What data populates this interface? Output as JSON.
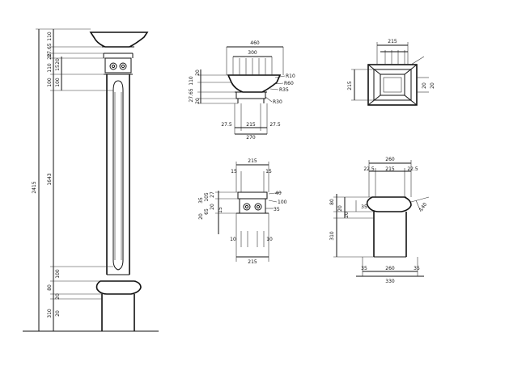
{
  "elevation": {
    "total": "2415",
    "shaft": "1643",
    "top_a": "110",
    "top_b": "27.65",
    "top_c": "20",
    "cap_a": "110",
    "cap_b": "20",
    "cap_c": "15",
    "cap_d": "100",
    "cap_e": "100",
    "bot_a": "100",
    "bot_b": "80",
    "bot_c": "20",
    "base_a": "310",
    "base_b": "20"
  },
  "capital_top": {
    "w_total": "460",
    "w_inner": "300",
    "h_a": "20",
    "h_b": "110",
    "h_c": "27.65",
    "h_d": "20",
    "r1": "R10",
    "r2": "R60",
    "r3": "R35",
    "r4": "R30",
    "b_l": "27.5",
    "b_m": "215",
    "b_r": "27.5",
    "b_total": "270"
  },
  "plan": {
    "w": "215",
    "h": "215",
    "s1": "20",
    "s2": "20"
  },
  "capital_mid": {
    "w_top": "215",
    "l": "15",
    "r": "15",
    "v1": "35",
    "v2": "105",
    "v3": "27",
    "v4": "20",
    "v5": "65",
    "v6": "20",
    "v7": "15",
    "r_a": "40",
    "r_b": "100",
    "r_c": "35",
    "bl": "10",
    "br": "10",
    "w_bot": "215"
  },
  "base": {
    "w_total": "260",
    "w_l": "22.5",
    "w_m": "215",
    "w_r": "22.5",
    "v1": "80",
    "v2": "20",
    "v3": "20",
    "v4": "310",
    "side": "35",
    "ang": "140",
    "b_l": "35",
    "b_m": "260",
    "b_r": "35",
    "b_total": "330"
  }
}
